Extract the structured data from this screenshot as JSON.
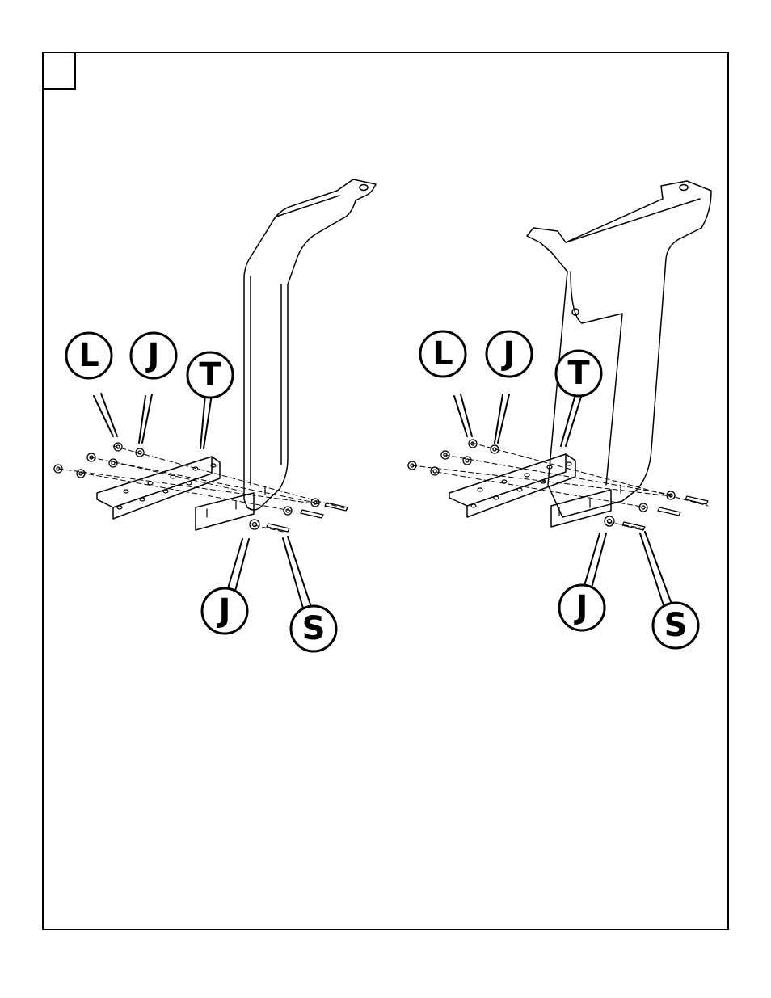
{
  "step_number": "",
  "left_assembly": {
    "callouts": [
      {
        "id": "L",
        "label": "L"
      },
      {
        "id": "J-top",
        "label": "J"
      },
      {
        "id": "T",
        "label": "T"
      },
      {
        "id": "J-bottom",
        "label": "J"
      },
      {
        "id": "S",
        "label": "S"
      }
    ]
  },
  "right_assembly": {
    "callouts": [
      {
        "id": "L",
        "label": "L"
      },
      {
        "id": "J-top",
        "label": "J"
      },
      {
        "id": "T",
        "label": "T"
      },
      {
        "id": "J-bottom",
        "label": "J"
      },
      {
        "id": "S",
        "label": "S"
      }
    ]
  },
  "colors": {
    "line": "#000000",
    "background": "#ffffff"
  }
}
